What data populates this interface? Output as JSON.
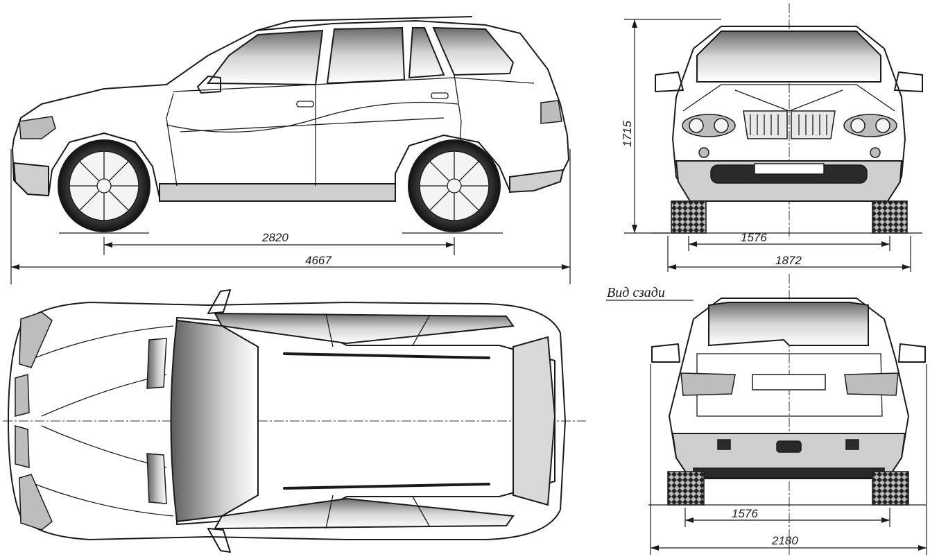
{
  "dimensions": {
    "wheelbase": "2820",
    "length": "4667",
    "height": "1715",
    "front_track": "1576",
    "width_front": "1872",
    "rear_track": "1576",
    "width_mirrors": "2180"
  },
  "labels": {
    "rear_view": "Вид сзади"
  },
  "colors": {
    "line": "#1a1a1a",
    "background": "#ffffff",
    "shade": "#cfcfcf"
  }
}
